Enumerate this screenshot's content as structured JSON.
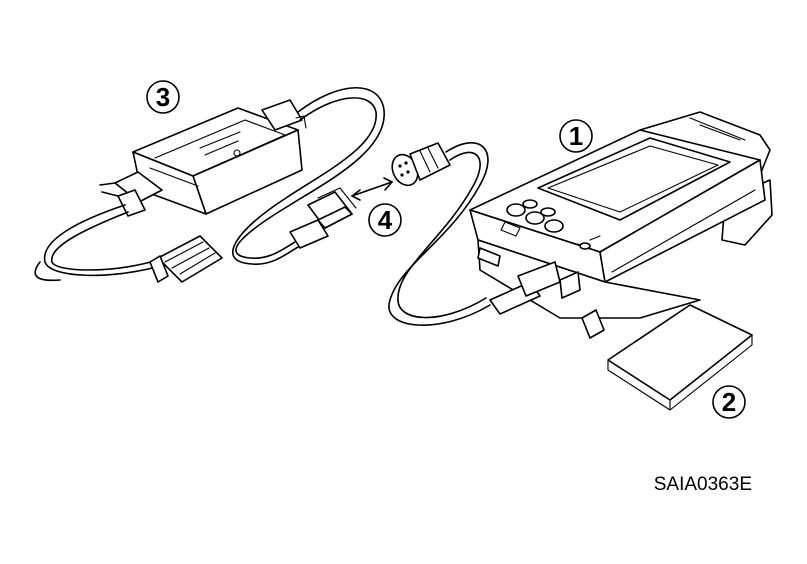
{
  "figure": {
    "callouts": [
      {
        "id": "1",
        "label": "1"
      },
      {
        "id": "2",
        "label": "2"
      },
      {
        "id": "3",
        "label": "3"
      },
      {
        "id": "4",
        "label": "4"
      }
    ],
    "figure_code": "SAIA0363E"
  }
}
